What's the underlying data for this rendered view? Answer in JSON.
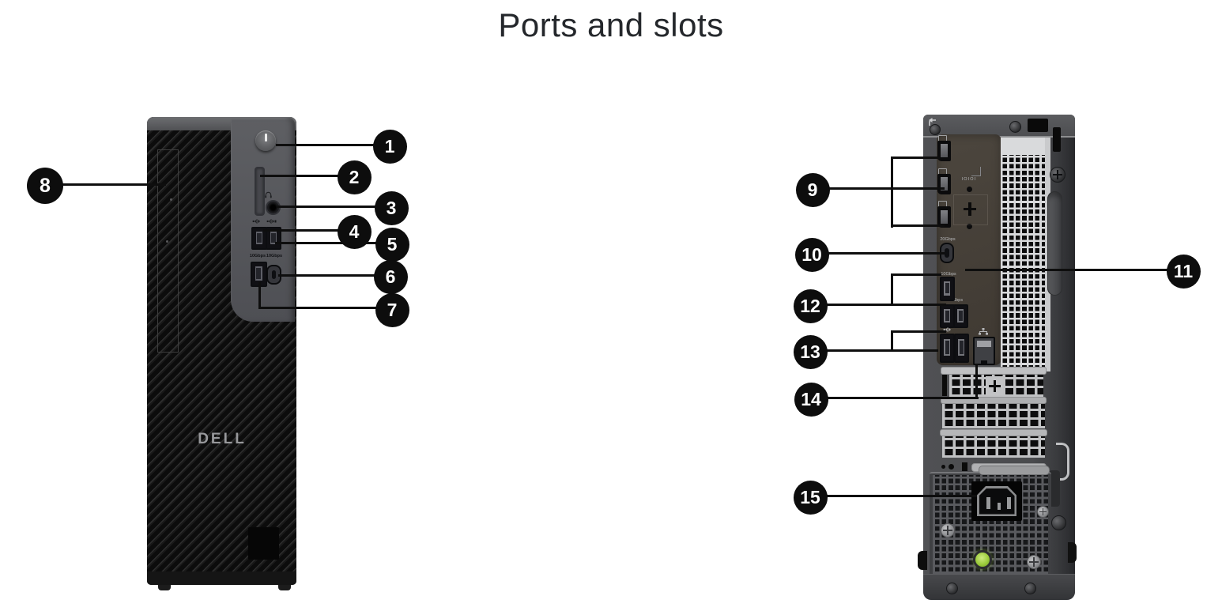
{
  "title": "Ports and slots",
  "front_view": {
    "logo_text": "DELL",
    "callouts": [
      {
        "number": "1"
      },
      {
        "number": "2"
      },
      {
        "number": "3"
      },
      {
        "number": "4"
      },
      {
        "number": "5"
      },
      {
        "number": "6"
      },
      {
        "number": "7"
      },
      {
        "number": "8"
      }
    ],
    "port_labels": {
      "usb_a_speed": "10Gbps",
      "usb_c_speed": "10Gbps"
    }
  },
  "back_view": {
    "callouts": [
      {
        "number": "9"
      },
      {
        "number": "10"
      },
      {
        "number": "11"
      },
      {
        "number": "12"
      },
      {
        "number": "13"
      },
      {
        "number": "14"
      },
      {
        "number": "15"
      }
    ],
    "port_labels": {
      "serial": "IOIOI",
      "usb_c_speed": "20Gbps",
      "usb_a10_speed": "10Gbps",
      "usb_a5_speed": "5Gbps"
    }
  },
  "colors": {
    "callout": "#0d0d0d",
    "callout_text": "#ffffff",
    "led_green": "#9ccc3c"
  }
}
